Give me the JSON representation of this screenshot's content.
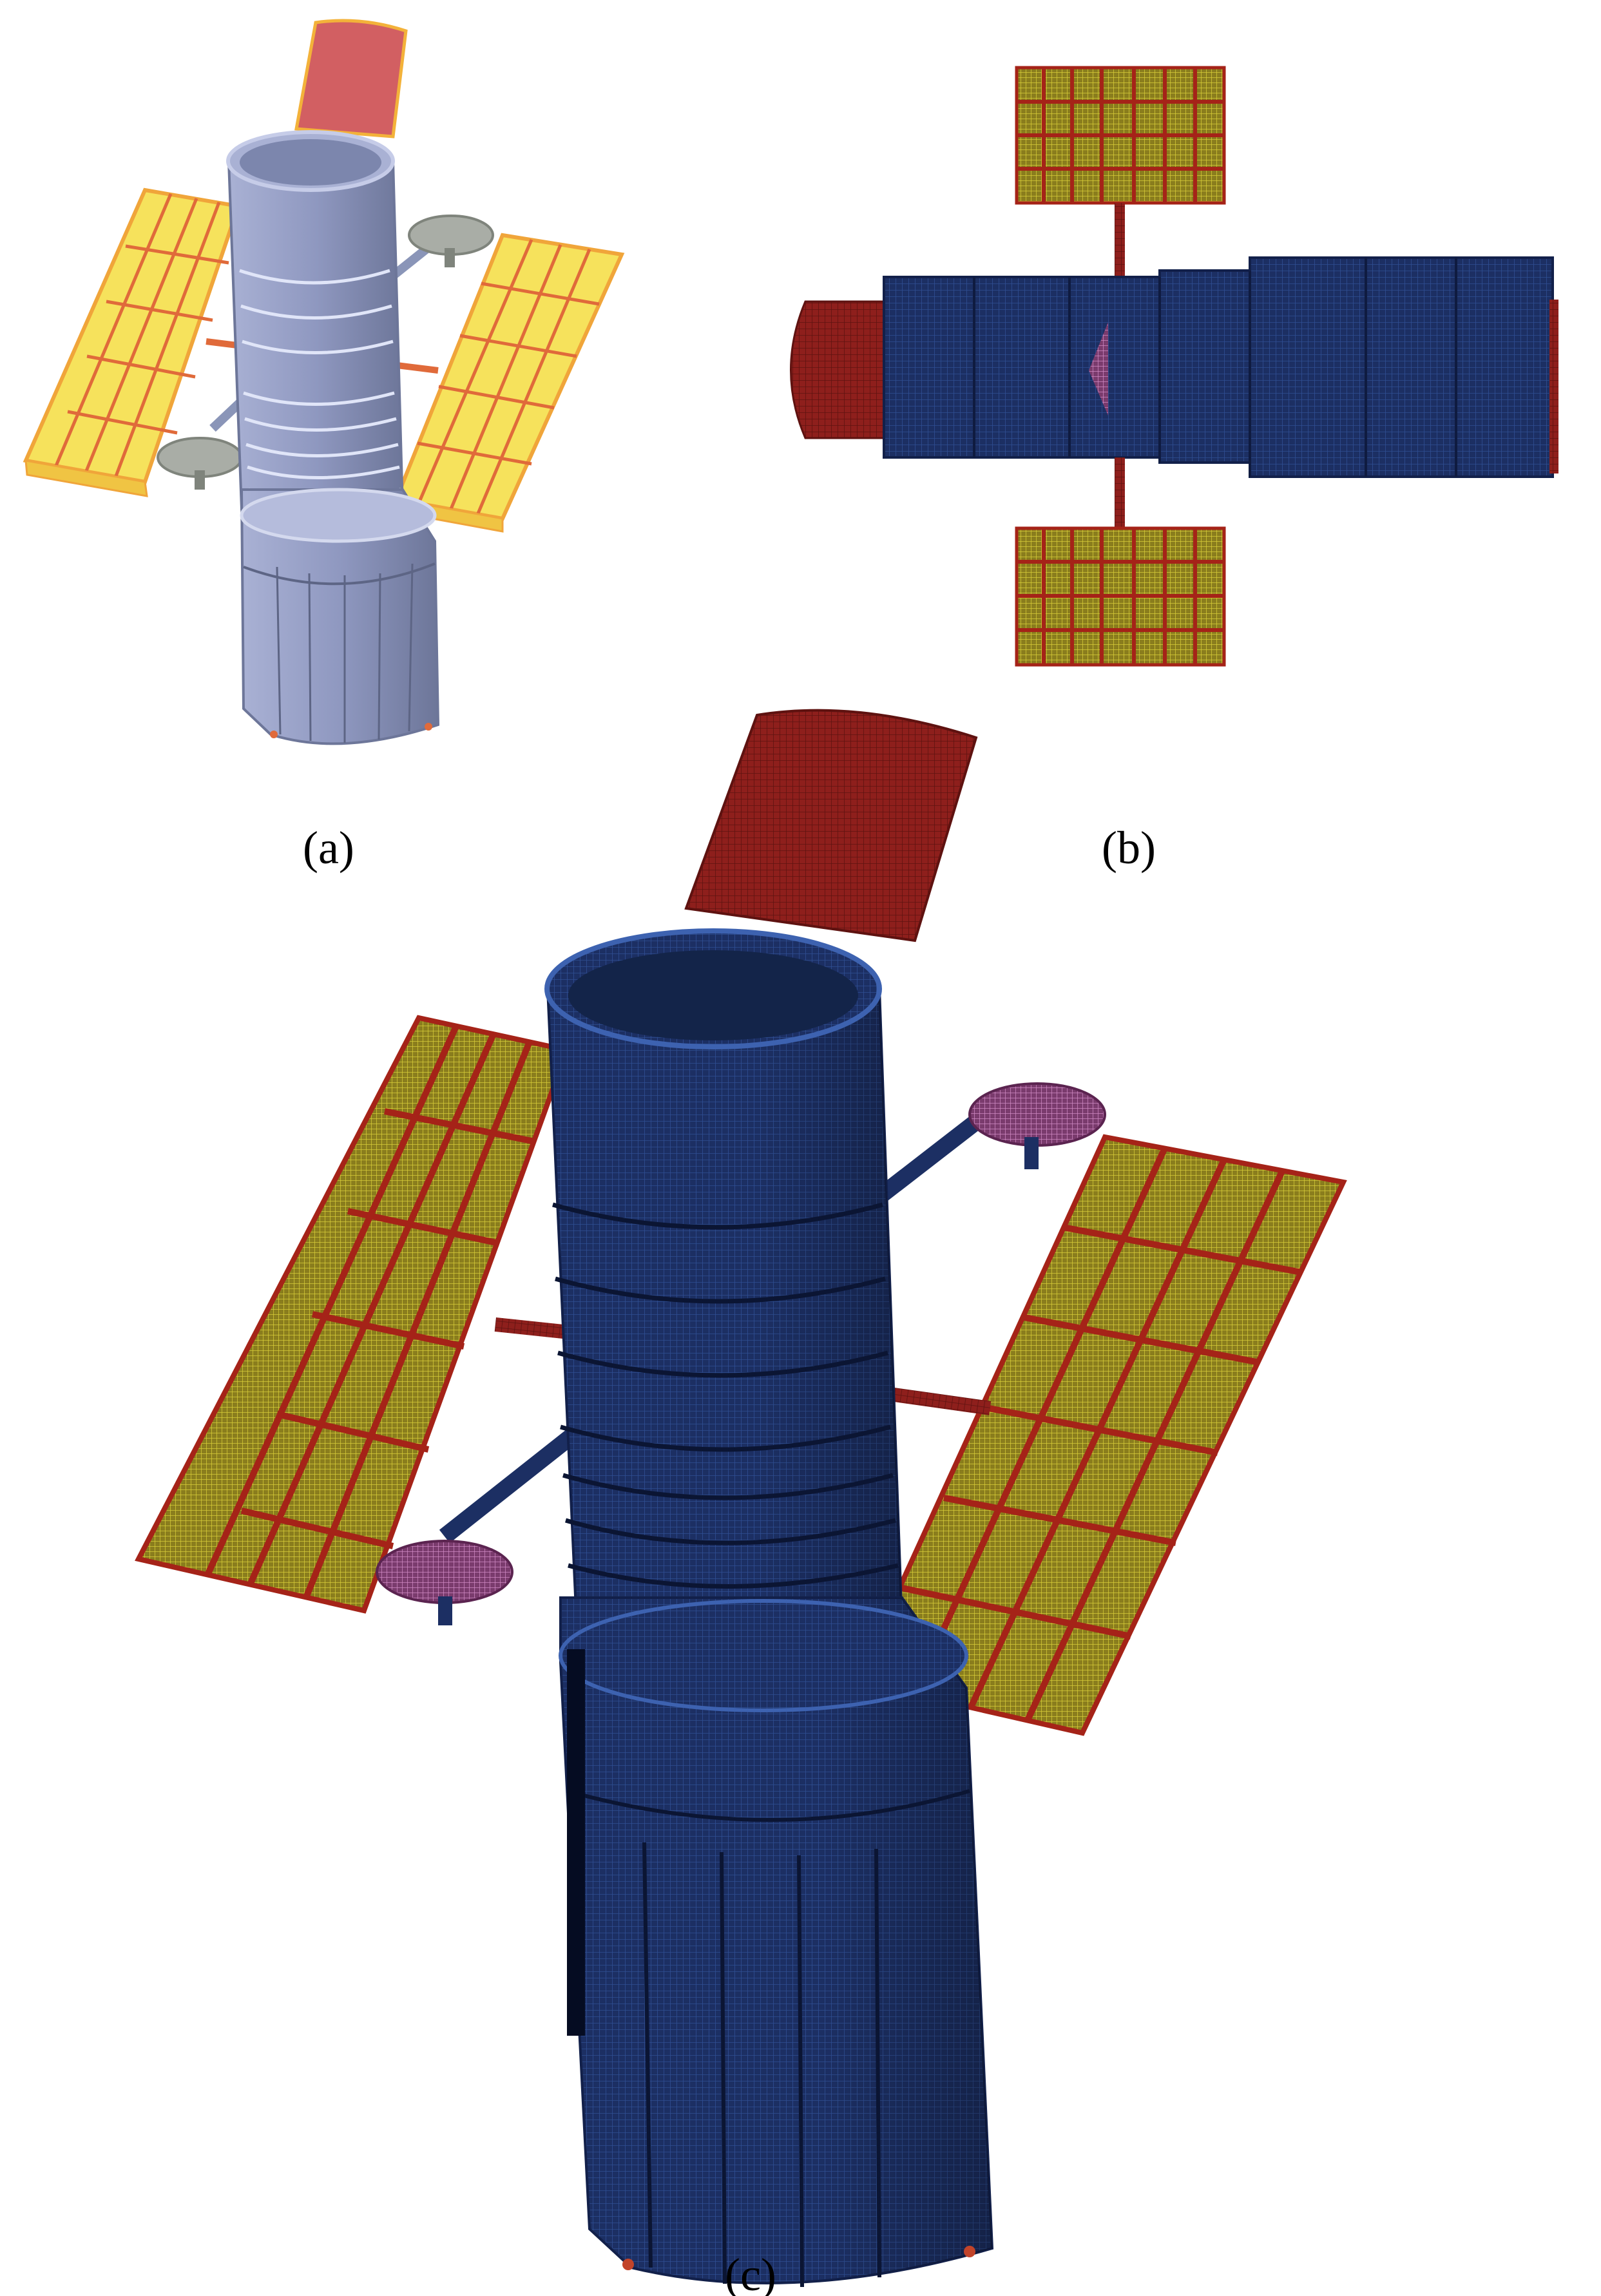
{
  "figure": {
    "panels": [
      {
        "id": "a",
        "label": "(a)"
      },
      {
        "id": "b",
        "label": "(b)"
      },
      {
        "id": "c",
        "label": "(c)"
      }
    ]
  },
  "colors": {
    "cad_body": "#8f98c0",
    "cad_body_dark": "#6d7699",
    "cad_panel": "#f6e25c",
    "cad_panel_grid": "#e06a3a",
    "cad_shield": "#d25f62",
    "cad_antenna": "#a9ada6",
    "mesh_body": "#1c2f63",
    "mesh_body_edge": "#2f4f93",
    "mesh_red": "#8e1f1c",
    "mesh_panel": "#8a7d1d",
    "mesh_panel_grid": "#a52318",
    "mesh_antenna": "#b86fae"
  },
  "icons": {
    "cad_model": "satellite-cad-icon",
    "mesh_top_view": "satellite-mesh-top-icon",
    "mesh_iso_view": "satellite-mesh-iso-icon"
  }
}
